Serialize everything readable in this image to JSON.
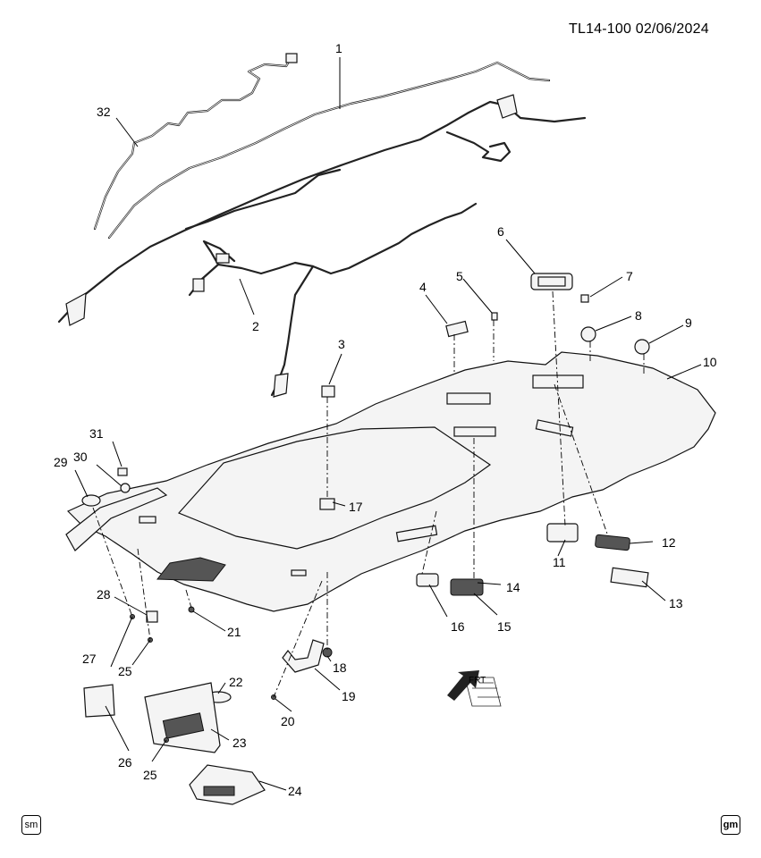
{
  "header": {
    "doc_id": "TL14-100  02/06/2024"
  },
  "badges": {
    "left": "sm",
    "right": "gm"
  },
  "direction_arrow": {
    "label": "FRT"
  },
  "icons": {
    "left_badge": "sm-badge-icon",
    "right_badge": "gm-logo-icon",
    "arrow": "front-direction-arrow-icon"
  },
  "callouts": [
    {
      "id": "c1",
      "label": "1"
    },
    {
      "id": "c2",
      "label": "2"
    },
    {
      "id": "c3",
      "label": "3"
    },
    {
      "id": "c4",
      "label": "4"
    },
    {
      "id": "c5",
      "label": "5"
    },
    {
      "id": "c6",
      "label": "6"
    },
    {
      "id": "c7",
      "label": "7"
    },
    {
      "id": "c8",
      "label": "8"
    },
    {
      "id": "c9",
      "label": "9"
    },
    {
      "id": "c10",
      "label": "10"
    },
    {
      "id": "c11",
      "label": "11"
    },
    {
      "id": "c12",
      "label": "12"
    },
    {
      "id": "c13",
      "label": "13"
    },
    {
      "id": "c14",
      "label": "14"
    },
    {
      "id": "c15",
      "label": "15"
    },
    {
      "id": "c16",
      "label": "16"
    },
    {
      "id": "c17",
      "label": "17"
    },
    {
      "id": "c18",
      "label": "18"
    },
    {
      "id": "c19",
      "label": "19"
    },
    {
      "id": "c20",
      "label": "20"
    },
    {
      "id": "c21",
      "label": "21"
    },
    {
      "id": "c22",
      "label": "22"
    },
    {
      "id": "c23",
      "label": "23"
    },
    {
      "id": "c24",
      "label": "24"
    },
    {
      "id": "c25a",
      "label": "25"
    },
    {
      "id": "c25b",
      "label": "25"
    },
    {
      "id": "c26",
      "label": "26"
    },
    {
      "id": "c27",
      "label": "27"
    },
    {
      "id": "c28",
      "label": "28"
    },
    {
      "id": "c29",
      "label": "29"
    },
    {
      "id": "c30",
      "label": "30"
    },
    {
      "id": "c31",
      "label": "31"
    },
    {
      "id": "c32",
      "label": "32"
    }
  ]
}
